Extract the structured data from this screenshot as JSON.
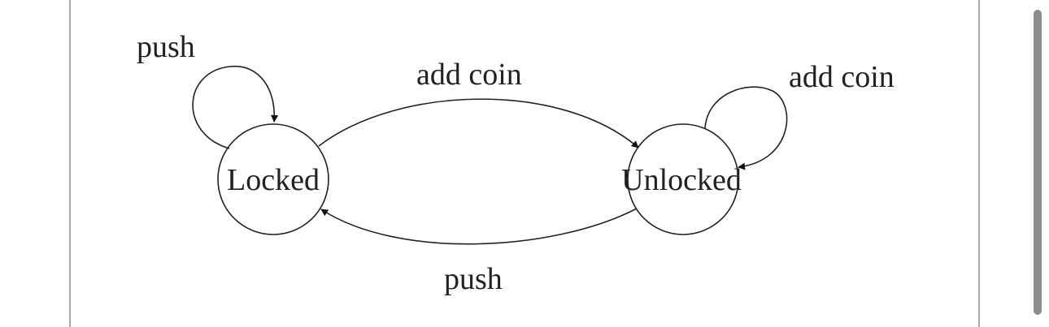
{
  "diagram": {
    "type": "state-machine",
    "states": [
      {
        "id": "locked",
        "label": "Locked"
      },
      {
        "id": "unlocked",
        "label": "Unlocked"
      }
    ],
    "transitions": [
      {
        "from": "locked",
        "to": "locked",
        "label": "push"
      },
      {
        "from": "locked",
        "to": "unlocked",
        "label": "add coin"
      },
      {
        "from": "unlocked",
        "to": "unlocked",
        "label": "add coin"
      },
      {
        "from": "unlocked",
        "to": "locked",
        "label": "push"
      }
    ]
  }
}
